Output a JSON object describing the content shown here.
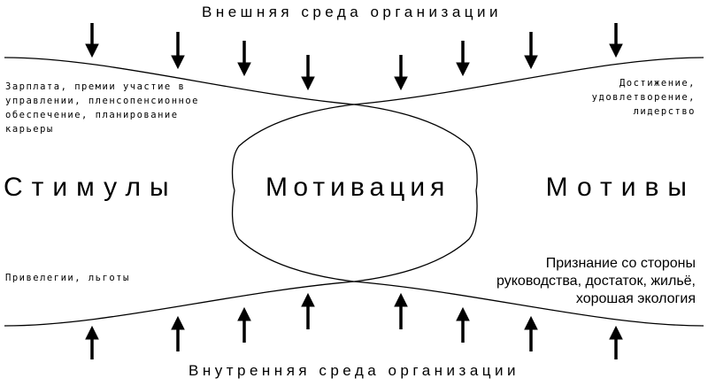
{
  "top_title": "Внешняя среда организации",
  "bottom_title": "Внутренняя среда организации",
  "left_label": "Стимулы",
  "center_label": "Мотивация",
  "right_label": "Мотивы",
  "top_left_text": "Зарплата, премии участие в\nуправлении, пленсопенсионное\nобеспечение, планирование\nкарьеры",
  "top_right_text": "Достижение,\nудовлетворение,\nлидерство",
  "bottom_left_text": "Привелегии, льготы",
  "bottom_right_text": "Признание со стороны\nруководства, достаток, жильё,\nхорошая экология",
  "colors": {
    "line": "#000000",
    "background": "#ffffff"
  },
  "arrow_icon": "arrow-icon"
}
